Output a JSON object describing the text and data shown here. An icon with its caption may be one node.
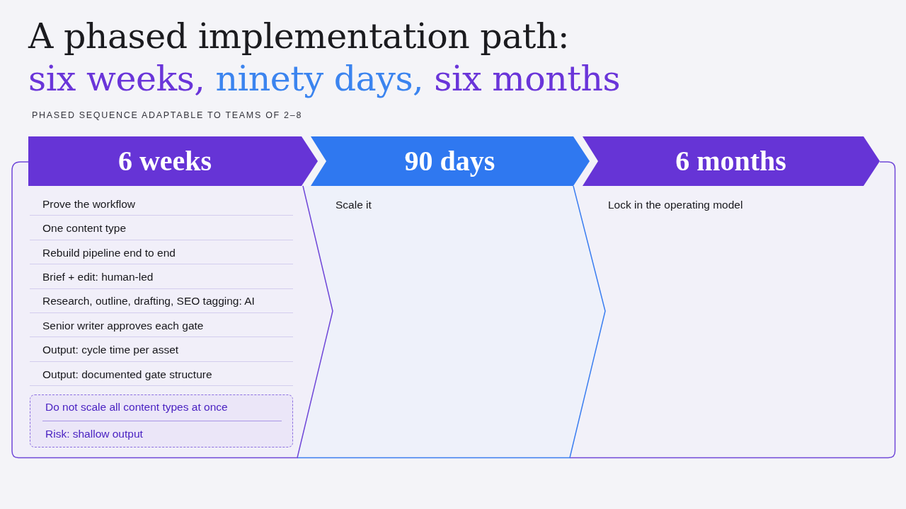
{
  "diagram": {
    "title": "A phased implementation path: six weeks, ninety days, six months",
    "nodes": [
      {
        "text": [
          "6 weeks",
          "Prove the workflow",
          "One content type",
          "Rebuild pipeline end to end",
          "Brief + edit: human-led",
          "Research, outline, drafting, SEO tagging: AI",
          "Senior writer approves each gate",
          "Output: cycle time per asset",
          "Output: documented gate structure"
        ]
      },
      {
        "text": [
          "Do not scale all content types at once",
          "Risk: shallow output"
        ],
        "in": 0
      },
      {
        "text": [
          "90 days",
          "Scale it"
        ]
      },
      {
        "text": [
          "6 months",
          "Lock in the operating model"
        ]
      }
    ],
    "labels": [
      "PHASED SEQUENCE ADAPTABLE TO TEAMS OF 2–8"
    ]
  }
}
